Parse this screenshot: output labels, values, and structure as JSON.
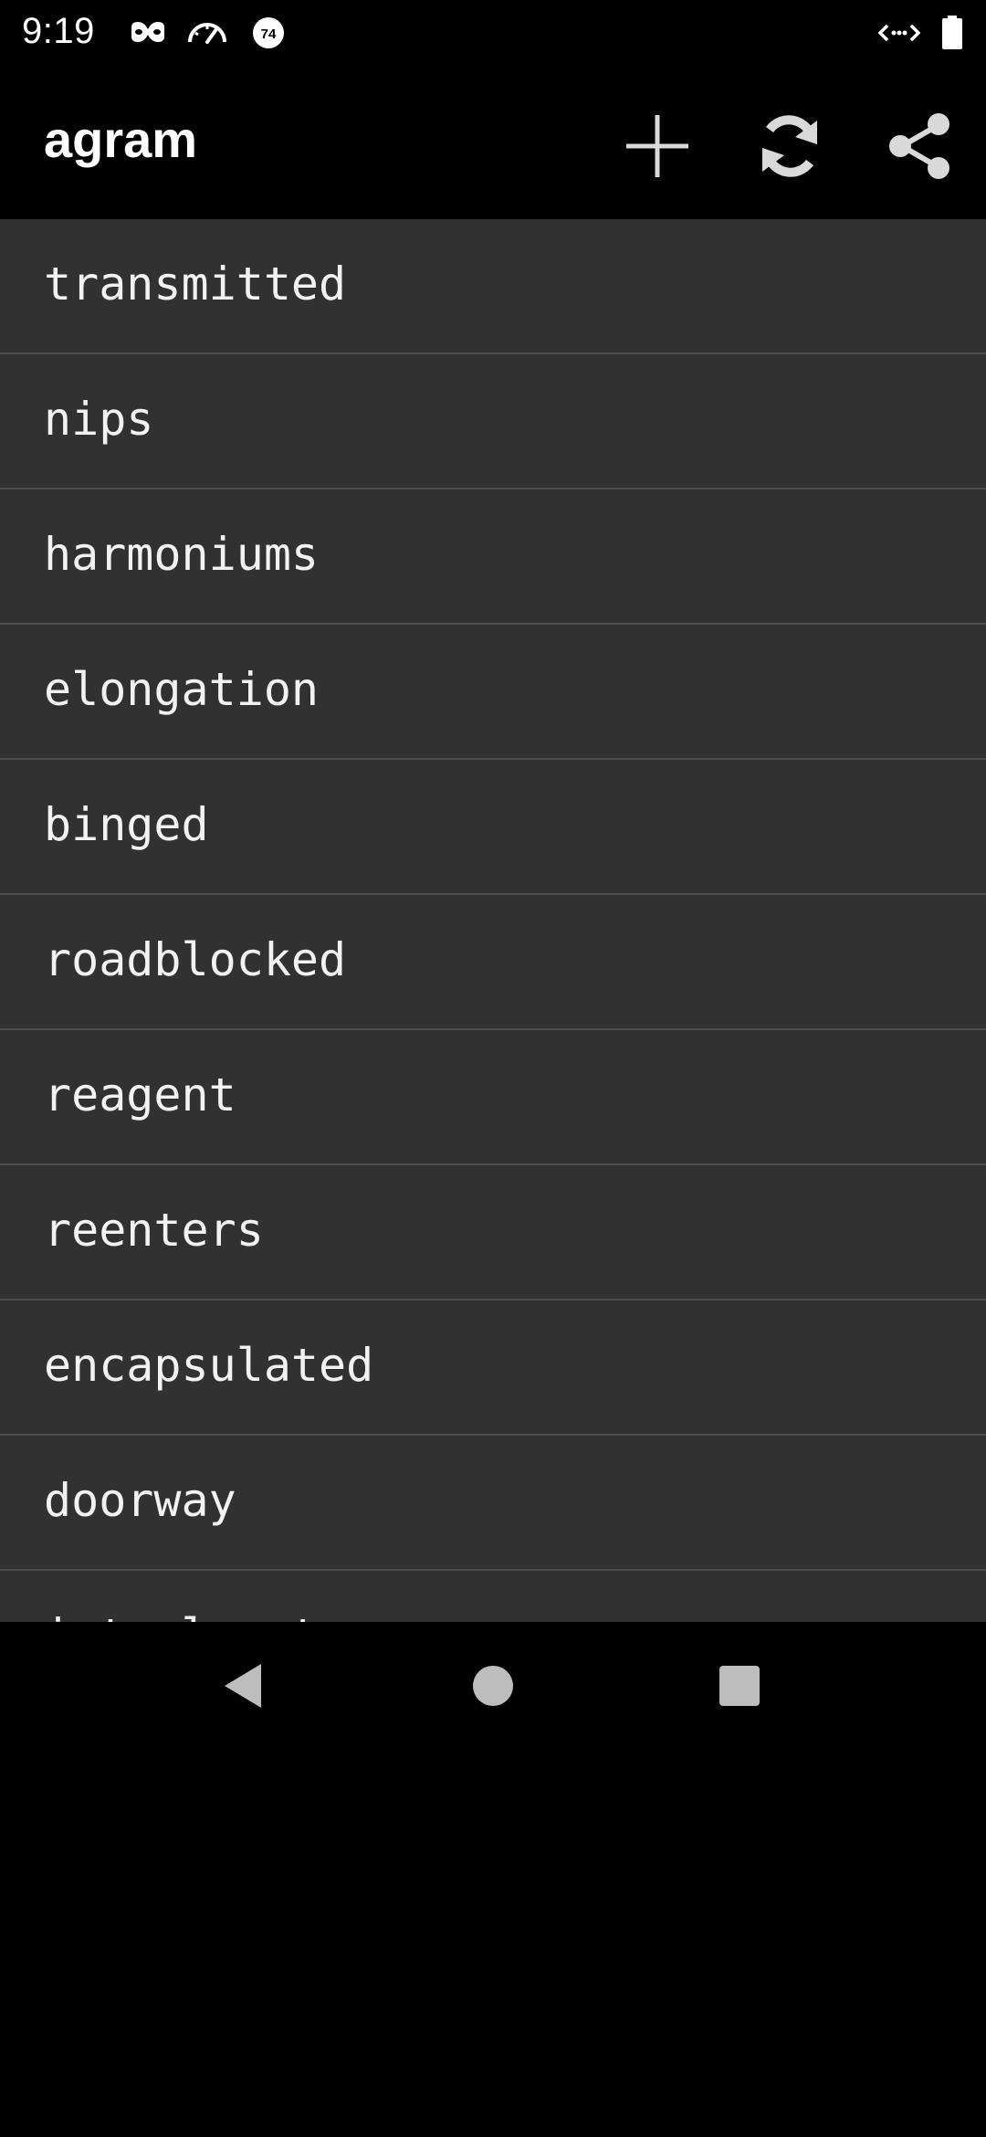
{
  "status_bar": {
    "time": "9:19",
    "notification_badge": "74",
    "icons": [
      "incognito-mask-icon",
      "speedometer-icon",
      "notification-badge-icon",
      "data-sync-icon",
      "battery-icon"
    ]
  },
  "app_bar": {
    "title": "agram",
    "actions": [
      {
        "name": "add",
        "icon": "plus-icon"
      },
      {
        "name": "refresh",
        "icon": "refresh-icon"
      },
      {
        "name": "share",
        "icon": "share-icon"
      }
    ]
  },
  "word_list": [
    "transmitted",
    "nips",
    "harmoniums",
    "elongation",
    "binged",
    "roadblocked",
    "reagent",
    "reenters",
    "encapsulated",
    "doorway",
    "interlocutors"
  ],
  "nav_bar": {
    "buttons": [
      "back-icon",
      "home-icon",
      "recents-icon"
    ]
  },
  "colors": {
    "background": "#000000",
    "list_background": "#313131",
    "divider": "#4d4d4d",
    "text": "#f2f2f2",
    "icon": "#d9d9d9"
  }
}
